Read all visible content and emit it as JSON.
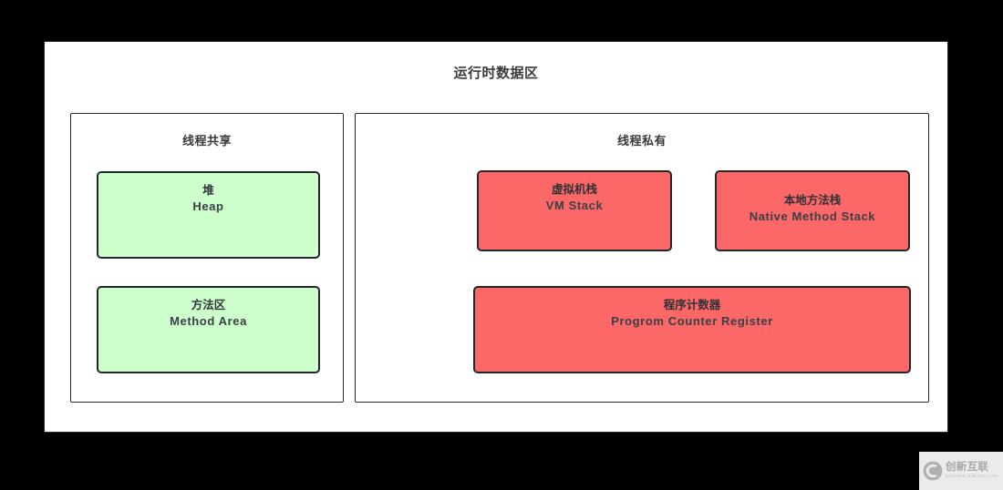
{
  "diagram": {
    "title": "运行时数据区",
    "panels": [
      {
        "id": "thread-shared",
        "title": "线程共享",
        "regions": [
          {
            "cn": "堆",
            "en": "Heap",
            "color": "#ccffcc"
          },
          {
            "cn": "方法区",
            "en": "Method Area",
            "color": "#ccffcc"
          }
        ]
      },
      {
        "id": "thread-private",
        "title": "线程私有",
        "regions": [
          {
            "cn": "虚拟机栈",
            "en": "VM Stack",
            "color": "#fc6767"
          },
          {
            "cn": "本地方法栈",
            "en": "Native Method Stack",
            "color": "#fc6767"
          },
          {
            "cn": "程序计数器",
            "en": "Progrom Counter Register",
            "color": "#fc6767"
          }
        ]
      }
    ]
  },
  "watermark": {
    "cn": "创新互联",
    "en": "CHUANG XIN HU LIAN",
    "logo_icon": "circle-x-logo-icon"
  },
  "colors": {
    "page_background": "#000000",
    "card_background": "#ffffff",
    "border": "#2b2b2b",
    "shared_region": "#ccffcc",
    "private_region": "#fc6767",
    "text": "#3a3a3a"
  }
}
